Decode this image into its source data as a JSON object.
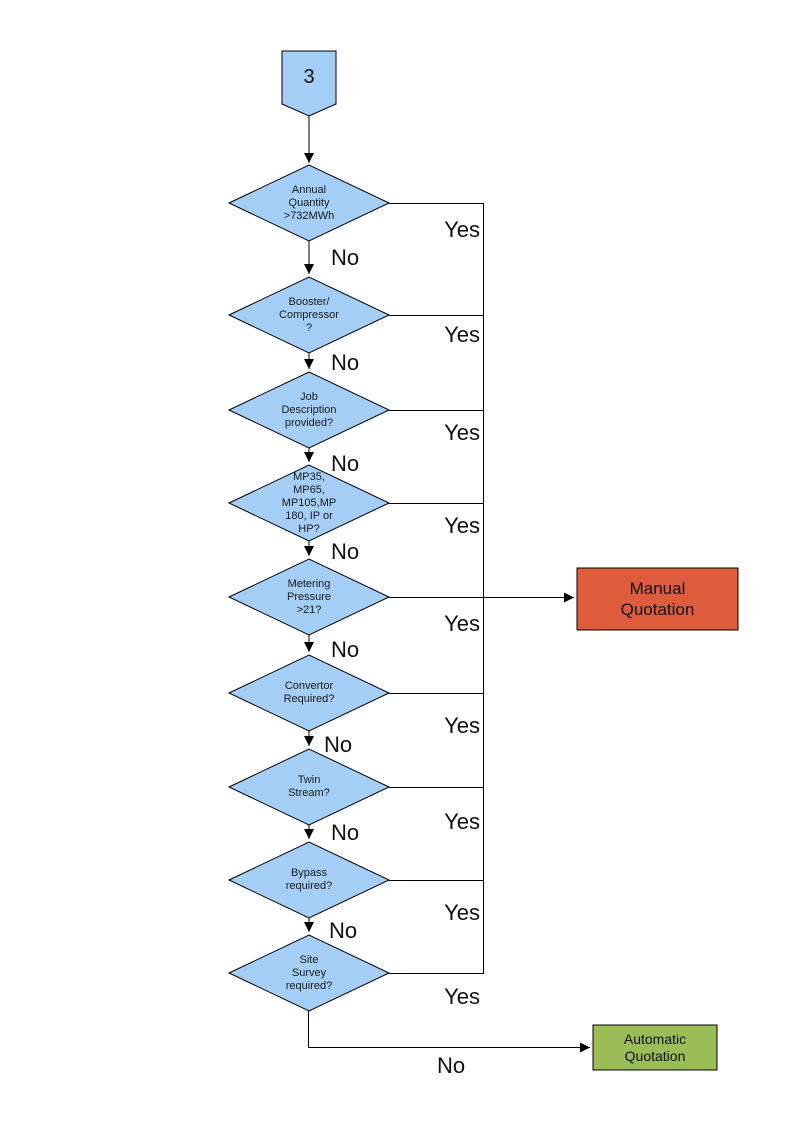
{
  "flowchart": {
    "entry_connector": {
      "label": "3"
    },
    "branch_labels": {
      "yes": "Yes",
      "no": "No"
    },
    "decision_fill": "#A4CEF5",
    "line_color": "#000000",
    "decisions": [
      {
        "id": "annual-quantity",
        "label": "Annual Quantity >732MWh"
      },
      {
        "id": "booster-compressor",
        "label": "Booster/ Compressor ?"
      },
      {
        "id": "job-description",
        "label": "Job Description provided?"
      },
      {
        "id": "meter-type",
        "label": "MP35, MP65, MP105,MP180, IP or HP?"
      },
      {
        "id": "metering-pressure",
        "label": "Metering Pressure >21?"
      },
      {
        "id": "convertor-required",
        "label": "Convertor Required?"
      },
      {
        "id": "twin-stream",
        "label": "Twin Stream?"
      },
      {
        "id": "bypass-required",
        "label": "Bypass required?"
      },
      {
        "id": "site-survey",
        "label": "Site Survey required?"
      }
    ],
    "outcomes": {
      "manual": {
        "label": "Manual Quotation",
        "fill": "#DE5B3B"
      },
      "automatic": {
        "label": "Automatic Quotation",
        "fill": "#9ABD58"
      }
    },
    "routing": {
      "all_yes_branches_to": "Manual Quotation",
      "final_no_branch_to": "Automatic Quotation"
    }
  }
}
